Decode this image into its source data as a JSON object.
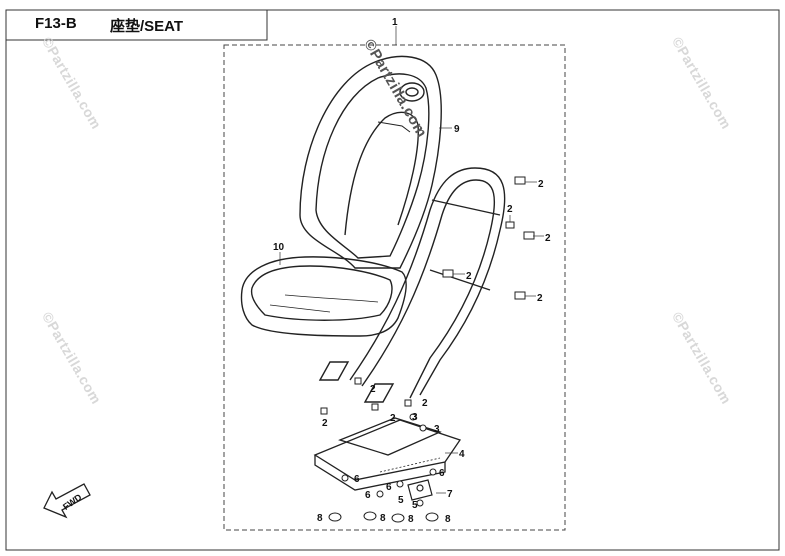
{
  "header": {
    "code": "F13-B",
    "name": "座垫/SEAT"
  },
  "watermark": "©Partzilla.com",
  "fwd_label": "FWD",
  "callouts": [
    "1",
    "2",
    "2",
    "2",
    "2",
    "2",
    "2",
    "2",
    "2",
    "2",
    "3",
    "3",
    "4",
    "5",
    "5",
    "6",
    "6",
    "6",
    "6",
    "7",
    "8",
    "8",
    "8",
    "8",
    "9",
    "10"
  ]
}
